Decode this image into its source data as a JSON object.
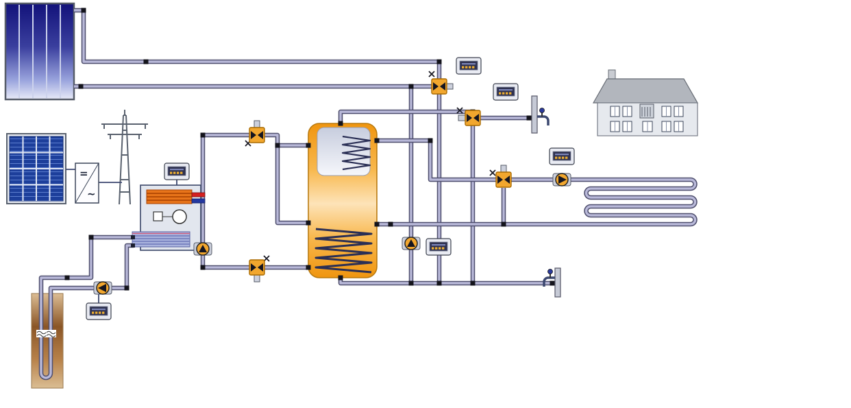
{
  "diagram": {
    "type": "solar-heat-pump-hydraulic-schematic",
    "inverter": {
      "dc_label": "=",
      "ac_label": "~"
    },
    "components": {
      "solar_collector": "solar-thermal-collector",
      "pv_panel": "photovoltaic-panel",
      "grid_pylon": "power-grid-pylon",
      "inverter": "dc-ac-inverter",
      "heat_pump": "heat-pump-unit",
      "storage_tank": "combi-storage-tank",
      "house": "residential-building",
      "floor_heating": "floor-heating-loop",
      "borehole": "ground-source-borehole",
      "valves": [
        "valve-solar-loop",
        "valve-dhw-mixing",
        "valve-heating-mixing",
        "valve-hp-supply",
        "valve-hp-return"
      ],
      "pumps": [
        "pump-heat-pump-loop",
        "pump-solar-loop",
        "pump-floor-heating",
        "pump-ground-loop"
      ],
      "controllers": [
        "controller-solar",
        "controller-dhw",
        "controller-heating",
        "controller-heat-pump",
        "controller-storage",
        "controller-ground"
      ],
      "taps": [
        "tap-hot-water",
        "tap-cold-water"
      ]
    }
  },
  "colors": {
    "pipe_outer": "#4f4f6e",
    "pipe_inner": "#b9b9d9",
    "node": "#14141c",
    "wire": "#3c4870",
    "valve_orange": "#f2a72e",
    "valve_border": "#a86a00",
    "pump_orange": "#f2a72e",
    "controller_screen": "#2e3150",
    "controller_led": "#f0b030",
    "tank_orange": "#f0950f",
    "collector_blue": "#12127a",
    "pv_blue": "#1d3f9b",
    "ground_brown": "#8a5526"
  }
}
